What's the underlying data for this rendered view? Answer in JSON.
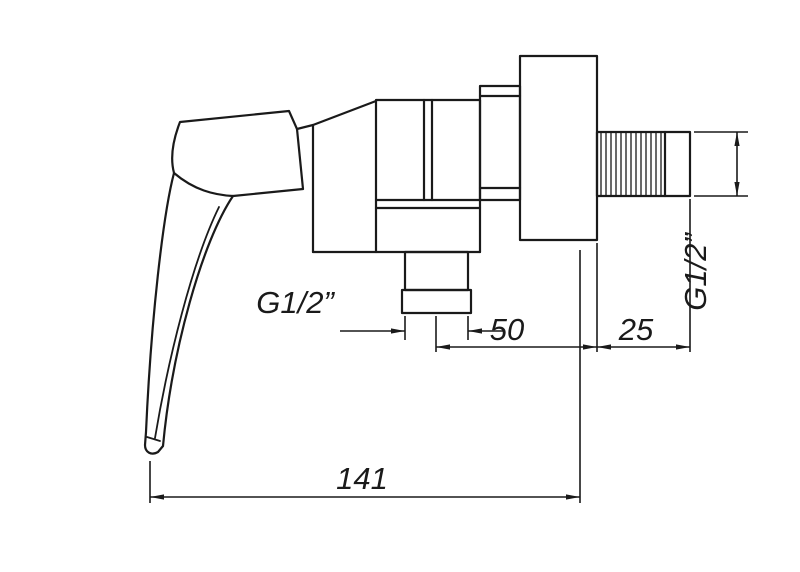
{
  "drawing": {
    "dimension_labels": {
      "overall_length": "141",
      "outlet_offset": "50",
      "thread_length": "25",
      "outlet_thread_size": "G1/2”",
      "inlet_thread_size": "G1/2”"
    },
    "colors": {
      "line": "#1a1a1a",
      "background": "#ffffff"
    }
  }
}
